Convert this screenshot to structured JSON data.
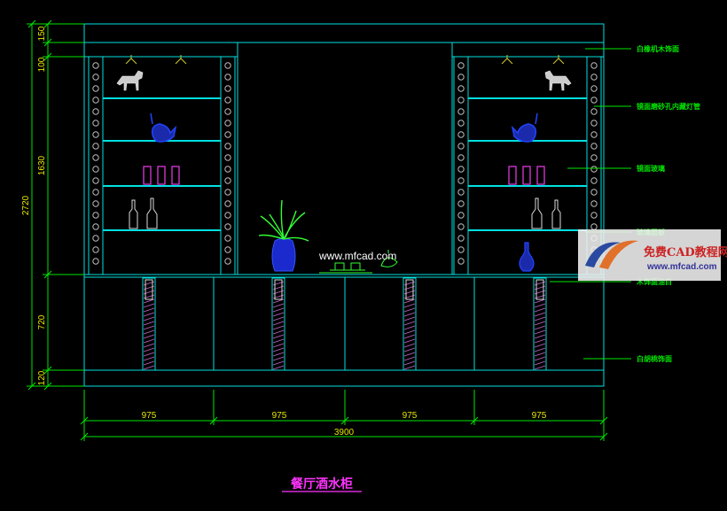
{
  "title": "餐厅酒水柜",
  "dimensions": {
    "vertical_total": "2720",
    "vertical_parts": [
      "150",
      "100",
      "1630",
      "720",
      "120"
    ],
    "horizontal_parts": [
      "975",
      "975",
      "975",
      "975"
    ],
    "horizontal_total": "3900"
  },
  "annotations": [
    "白橡机木饰面",
    "镜面磨砂孔内藏灯管",
    "镜面玻璃",
    "玻璃层板",
    "木饰面油白",
    "白胡桃饰面"
  ],
  "watermark": {
    "url": "www.mfcad.com",
    "logo_name": "免费CAD教程网",
    "logo_url": "www.mfcad.com"
  },
  "colors": {
    "line": "#00e0e0",
    "dimension": "#00e600",
    "dimension_text": "#e6e600",
    "title": "#ff33ff",
    "vase": "#1a3dff",
    "plant": "#33ff33",
    "cups": "#cc33cc"
  }
}
